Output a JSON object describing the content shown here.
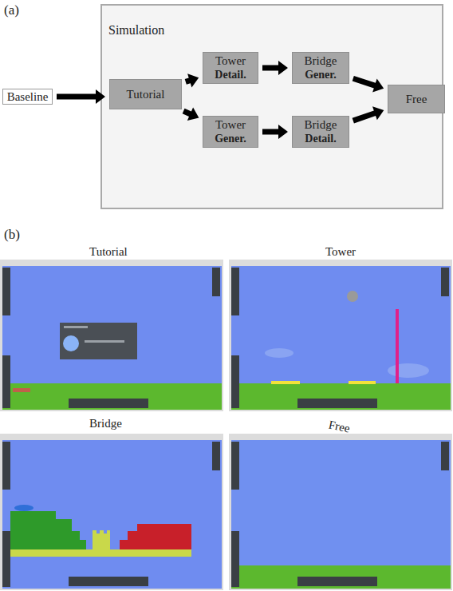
{
  "diagram": {
    "nodes": [
      {
        "text": [
          "Baseline"
        ]
      },
      {
        "text": [
          "Simulation"
        ]
      },
      {
        "text": [
          "Tutorial"
        ],
        "in": 1
      },
      {
        "text": [
          "Tower",
          "Detail."
        ],
        "in": 1
      },
      {
        "text": [
          "Bridge",
          "Gener."
        ],
        "in": 1
      },
      {
        "text": [
          "Tower",
          "Gener."
        ],
        "in": 1
      },
      {
        "text": [
          "Bridge",
          "Detail."
        ],
        "in": 1
      },
      {
        "text": [
          "Free"
        ],
        "in": 1
      }
    ],
    "edges": [
      {
        "from": 0,
        "to": 2,
        "arrow": "to"
      },
      {
        "from": 2,
        "to": 3,
        "arrow": "to"
      },
      {
        "from": 2,
        "to": 5,
        "arrow": "to"
      },
      {
        "from": 3,
        "to": 4,
        "arrow": "to"
      },
      {
        "from": 5,
        "to": 6,
        "arrow": "to"
      },
      {
        "from": 4,
        "to": 7,
        "arrow": "to"
      },
      {
        "from": 6,
        "to": 7,
        "arrow": "to"
      }
    ],
    "labels": [
      "(a)",
      "(b)",
      "Tutorial",
      "Tower",
      "Bridge",
      "Free"
    ]
  }
}
